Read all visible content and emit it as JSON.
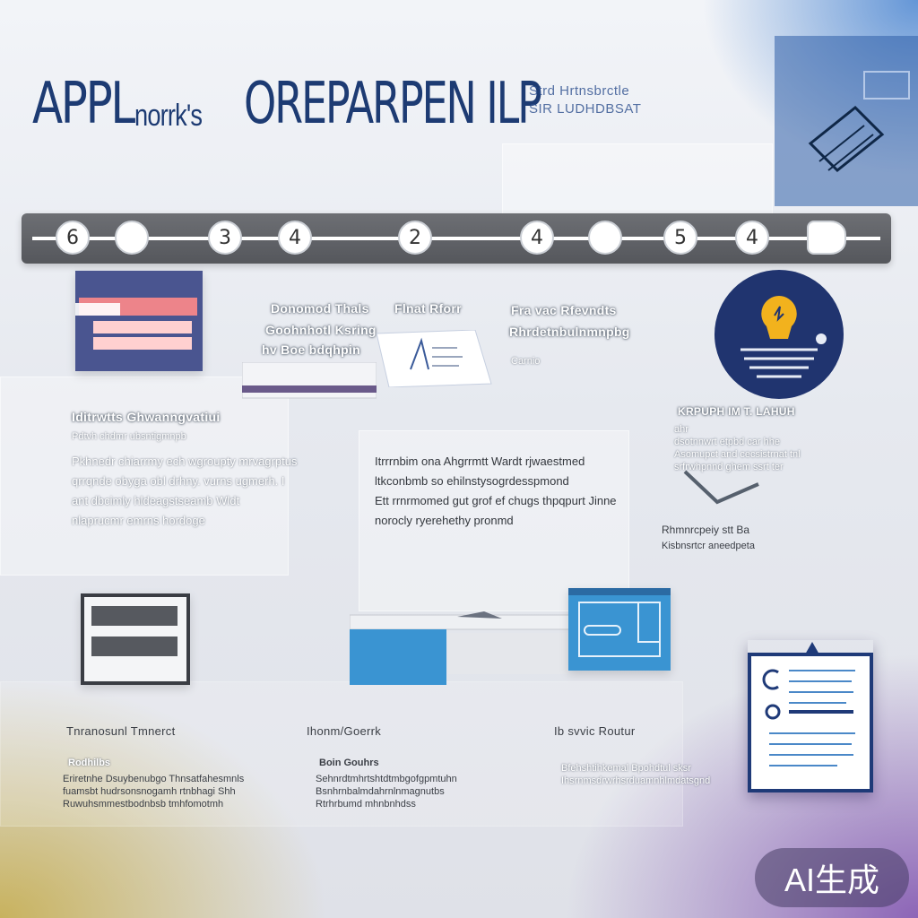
{
  "title": {
    "main": "APPL",
    "overlay": "norrk's",
    "rest": "OREPARPEN ILP",
    "right_line1": "Strd Hrtnsbrctle",
    "right_line2": "SIR LUDHDBSAT"
  },
  "timeline": {
    "nodes": [
      "6",
      "",
      "3",
      "4",
      "2",
      "4",
      "",
      "5",
      "4",
      ""
    ]
  },
  "section1": {
    "heading": "Iditrwtts Ghwanngvatiui",
    "subheading": "Pdtvh chdmr ubsntigmnpb",
    "body": [
      "Pkhnedr chiarrmy ech wgroupty mrvagrptus",
      "qrrqnde obyga obl drhny. vurns ugmerh. I",
      "ant dbcimly hldeagstseamb Wldt",
      "nlaprucmr emrns hordoge"
    ]
  },
  "section2": {
    "heading_a": "Donomod Thals",
    "heading_b": "Goohnhotl Ksring",
    "heading_c": "hv Boe bdqhpin",
    "heading_right": "Flnat Rforr"
  },
  "section3": {
    "heading": "Fra vac Rfevndts",
    "subheading": "Rhrdetnbulnmnpbg",
    "label": "Carnio"
  },
  "section4": {
    "body": [
      "Itrrrnbim ona Ahgrrmtt Wardt rjwaestmed",
      "ltkconbmb so ehilnstysogrdesspmond",
      "Ett rrnrmomed gut grof ef chugs thpqpurt Jinne",
      "norocly ryerehethy pronmd"
    ]
  },
  "section5": {
    "heading": "KRPUPH IM T. LAHUH",
    "body": [
      "ahr",
      "dsotnnwrt etpbd car hhe",
      "Asomupct and cecsistrnat tnl",
      "srfrwhpnnd ghem ssrt ter"
    ],
    "footer": "Rhmnrcpeiy stt Ba",
    "footer2": "Kisbnsrtcr aneedpeta"
  },
  "bottom1": {
    "heading": "Tnranosunl Tmnerct",
    "subheading": "Rodhilbs",
    "body": [
      "Eriretnhe Dsuybenubgo Thnsatfahesmnls",
      "fuamsbt hudrsonsnogamh rtnbhagi Shh",
      "Ruwuhsmmestbodnbsb tmhfomotmh"
    ]
  },
  "bottom2": {
    "heading": "Ihonm/Goerrk",
    "subheading": "Boin Gouhrs",
    "body": [
      "Sehnrdtmhrtshtdtmbgofgpmtuhn",
      "Bsnhrnbalmdahrnlnmagnutbs",
      "Rtrhrbumd mhnbnhdss"
    ]
  },
  "bottom3": {
    "heading": "Ib svvic Routur",
    "body": [
      "Bfehshtihkemal Bpohdtul sksr",
      "Ihsrnmsdrwrhsrduamnhlmdatsgnd"
    ]
  },
  "badge": "AI生成",
  "colors": {
    "title": "#1d3b73",
    "circle_bg": "#20346f",
    "accent_gold": "#f2b21d",
    "card_blue": "#3a94d2"
  }
}
